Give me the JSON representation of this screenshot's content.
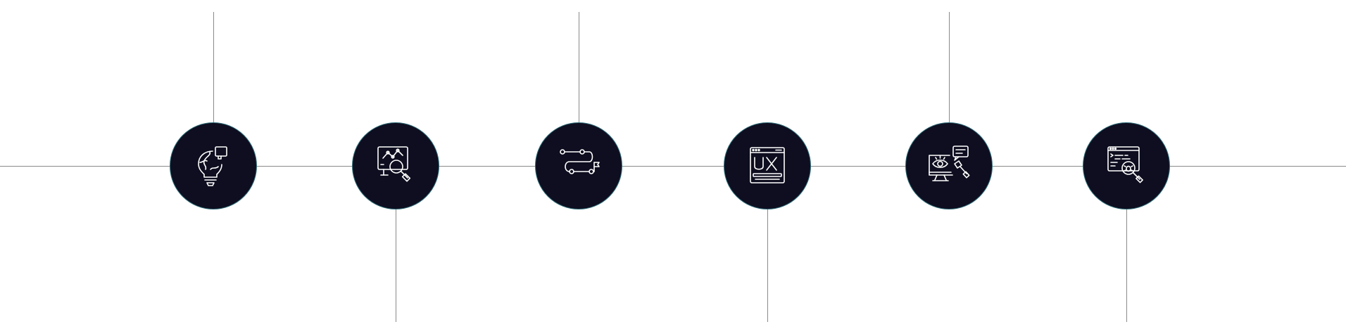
{
  "timeline": {
    "steps": [
      {
        "icon": "lightbulb-puzzle-icon",
        "connector": "up"
      },
      {
        "icon": "monitor-analytics-search-icon",
        "connector": "down"
      },
      {
        "icon": "roadmap-path-flag-icon",
        "connector": "up"
      },
      {
        "icon": "ux-browser-window-icon",
        "connector": "down"
      },
      {
        "icon": "monitor-eye-brush-icon",
        "connector": "up"
      },
      {
        "icon": "code-window-bug-search-icon",
        "connector": "down"
      }
    ],
    "colors": {
      "line": "#8a8a8a",
      "node_fill": "#0e0e20",
      "node_border": "#2f6f7a",
      "icon_stroke": "#ffffff"
    }
  }
}
